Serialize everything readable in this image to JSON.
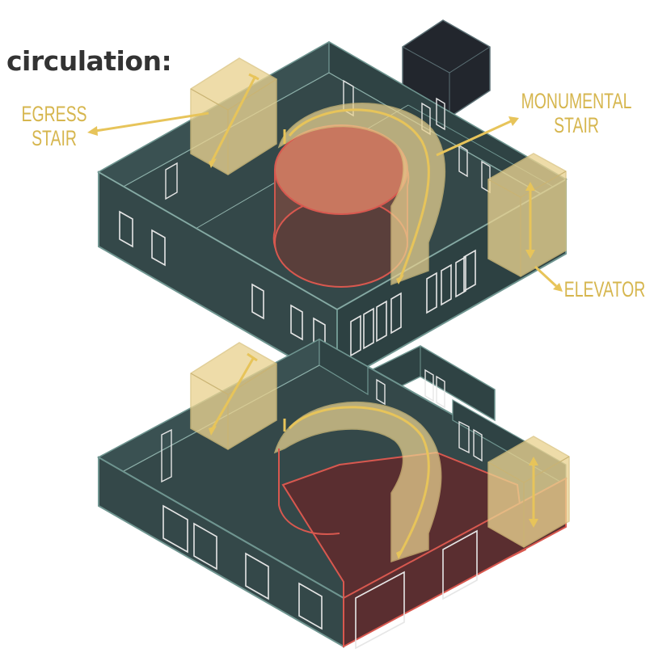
{
  "title": "circulation:",
  "labels": {
    "egress_stair": [
      "EGRESS",
      "STAIR"
    ],
    "monumental_stair": [
      "MONUMENTAL",
      "STAIR"
    ],
    "elevator": "ELEVATOR"
  },
  "colors": {
    "building_fill": "#344849",
    "building_edge": "#6f9590",
    "window_line": "#e6e6e6",
    "stair_fill": "#ead391",
    "arrow": "#e7c45a",
    "label_text": "#d6b64e",
    "cylinder_stroke": "#d8584f",
    "red_zone": "#5a2e30",
    "title_text": "#333333",
    "dark_tower": "#22262d"
  }
}
